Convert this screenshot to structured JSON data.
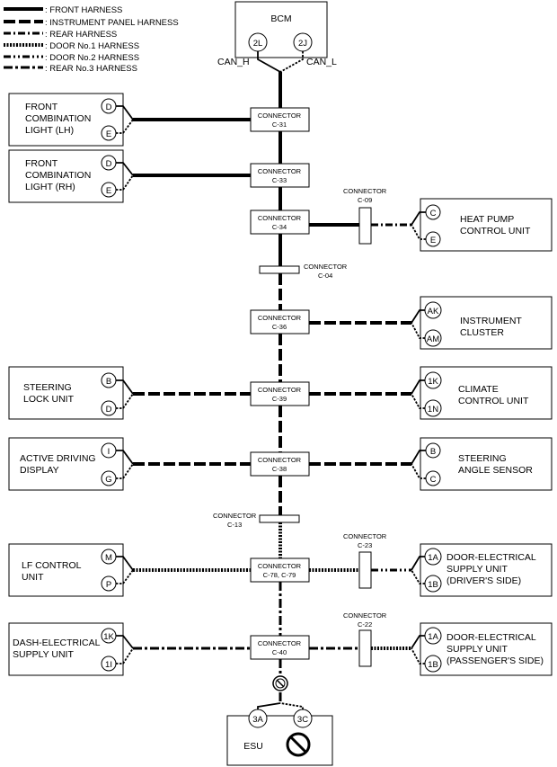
{
  "legend": [
    {
      "label": ": FRONT HARNESS",
      "style": "thick"
    },
    {
      "label": ": INSTRUMENT PANEL HARNESS",
      "style": "ip"
    },
    {
      "label": ": REAR HARNESS",
      "style": "rear"
    },
    {
      "label": ": DOOR No.1 HARNESS",
      "style": "d1"
    },
    {
      "label": ": DOOR No.2 HARNESS",
      "style": "d2"
    },
    {
      "label": ": REAR No.3 HARNESS",
      "style": "r3"
    }
  ],
  "bcm": {
    "name": "BCM",
    "pins": [
      "2L",
      "2J"
    ],
    "can_h": "CAN_H",
    "can_l": "CAN_L"
  },
  "trunk_connectors": [
    {
      "l1": "CONNECTOR",
      "l2": "C-31"
    },
    {
      "l1": "CONNECTOR",
      "l2": "C-33"
    },
    {
      "l1": "CONNECTOR",
      "l2": "C-34"
    },
    {
      "l1": "CONNECTOR",
      "l2": "C-36"
    },
    {
      "l1": "CONNECTOR",
      "l2": "C-39"
    },
    {
      "l1": "CONNECTOR",
      "l2": "C-38"
    },
    {
      "l1": "CONNECTOR",
      "l2": "C-78, C-79"
    },
    {
      "l1": "CONNECTOR",
      "l2": "C-40"
    }
  ],
  "inline_connectors": {
    "c04": {
      "l1": "CONNECTOR",
      "l2": "C-04"
    },
    "c13": {
      "l1": "CONNECTOR",
      "l2": "C-13"
    },
    "c09": {
      "l1": "CONNECTOR",
      "l2": "C-09"
    },
    "c23": {
      "l1": "CONNECTOR",
      "l2": "C-23"
    },
    "c22": {
      "l1": "CONNECTOR",
      "l2": "C-22"
    }
  },
  "left_modules": [
    {
      "lines": [
        "FRONT",
        "COMBINATION",
        "LIGHT (LH)"
      ],
      "pins": [
        "D",
        "E"
      ]
    },
    {
      "lines": [
        "FRONT",
        "COMBINATION",
        "LIGHT (RH)"
      ],
      "pins": [
        "D",
        "E"
      ]
    },
    {
      "lines": [
        "STEERING",
        "LOCK UNIT"
      ],
      "pins": [
        "B",
        "D"
      ]
    },
    {
      "lines": [
        "ACTIVE DRIVING",
        "DISPLAY"
      ],
      "pins": [
        "I",
        "G"
      ]
    },
    {
      "lines": [
        "LF CONTROL",
        "UNIT"
      ],
      "pins": [
        "M",
        "P"
      ]
    },
    {
      "lines": [
        "DASH-ELECTRICAL",
        "SUPPLY UNIT"
      ],
      "pins": [
        "1K",
        "1I"
      ]
    }
  ],
  "right_modules": [
    {
      "lines": [
        "HEAT PUMP",
        "CONTROL UNIT"
      ],
      "pins": [
        "C",
        "E"
      ]
    },
    {
      "lines": [
        "INSTRUMENT",
        "CLUSTER"
      ],
      "pins": [
        "AK",
        "AM"
      ]
    },
    {
      "lines": [
        "CLIMATE",
        "CONTROL UNIT"
      ],
      "pins": [
        "1K",
        "1N"
      ]
    },
    {
      "lines": [
        "STEERING",
        "ANGLE SENSOR"
      ],
      "pins": [
        "B",
        "C"
      ]
    },
    {
      "lines": [
        "DOOR-ELECTRICAL",
        "SUPPLY UNIT",
        "(DRIVER'S SIDE)"
      ],
      "pins": [
        "1A",
        "1B"
      ]
    },
    {
      "lines": [
        "DOOR-ELECTRICAL",
        "SUPPLY UNIT",
        "(PASSENGER'S SIDE)"
      ],
      "pins": [
        "1A",
        "1B"
      ]
    }
  ],
  "esu": {
    "name": "ESU",
    "pins": [
      "3A",
      "3C"
    ]
  }
}
